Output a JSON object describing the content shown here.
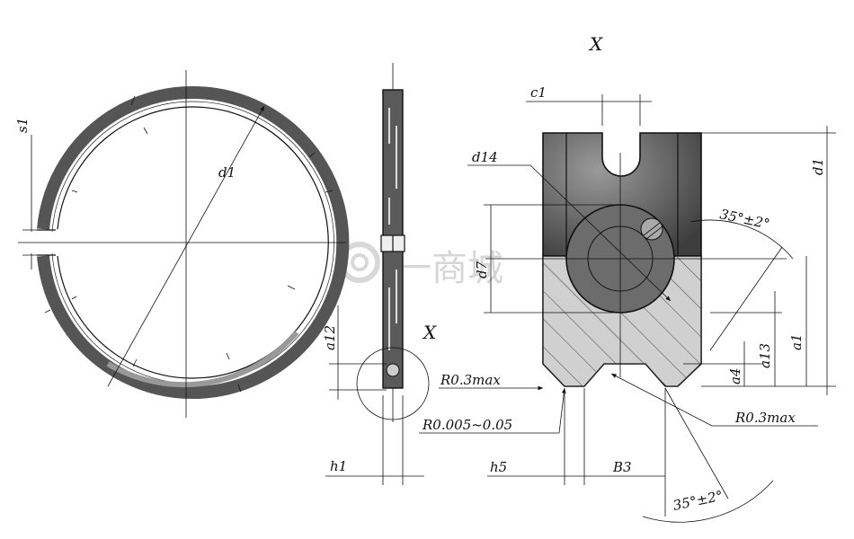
{
  "view_label": "X",
  "callout_label": "X",
  "watermark": "一商城",
  "dims": {
    "s1": "s1",
    "d1_ring": "d1",
    "d1_right": "d1",
    "c1": "c1",
    "d14": "d14",
    "d7": "d7",
    "a12": "a12",
    "a13": "a13",
    "a1": "a1",
    "a4": "a4",
    "h1": "h1",
    "h5": "h5",
    "b3": "B3",
    "r_top": "R0.3max",
    "r_bottom": "R0.3max",
    "r_small": "R0.005~0.05",
    "angle_top": "35°±2°",
    "angle_bottom": "35°±2°"
  },
  "colors": {
    "line": "#111111",
    "fill_dark": "#555555",
    "fill_mid": "#888888"
  }
}
